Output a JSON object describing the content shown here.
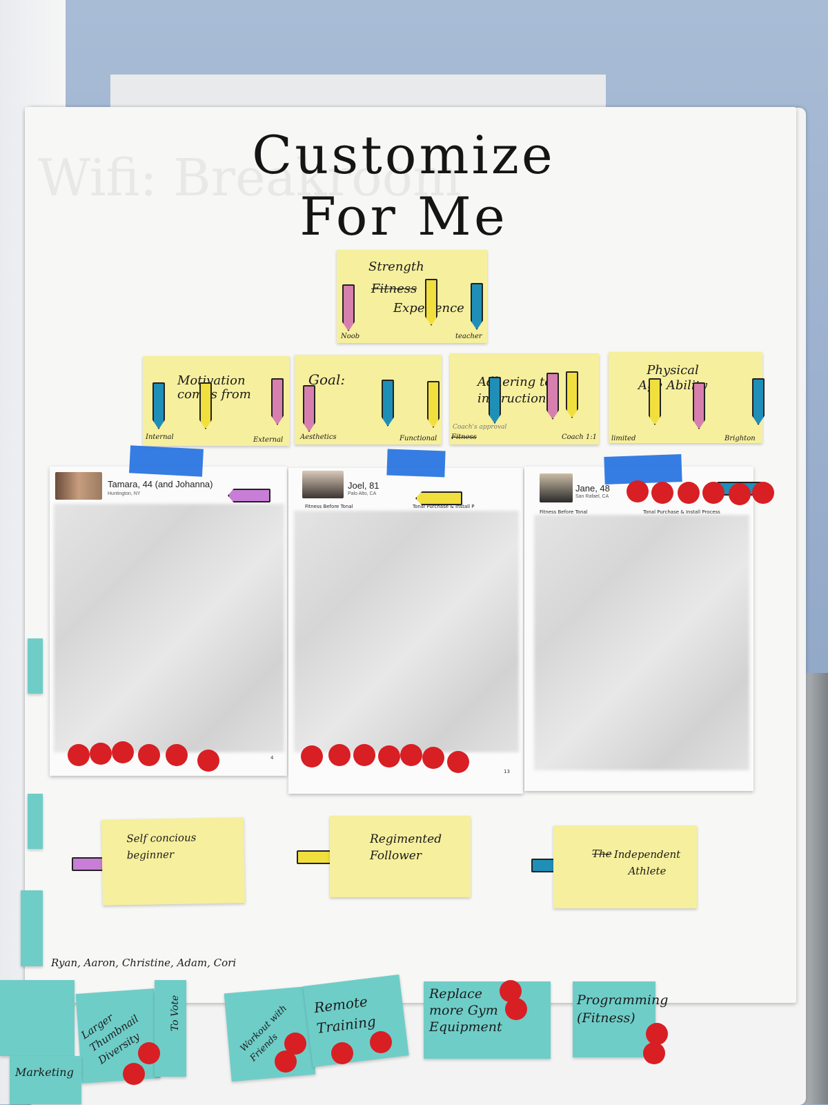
{
  "title": "Customize For Me",
  "ghost_text": "Wifi: Breakroom",
  "spectrum_top": {
    "heading": "Strength",
    "struck": "Fitness",
    "label": "Experience",
    "left": "Noob",
    "right": "teacher"
  },
  "spectra": [
    {
      "heading": "Motivation comes from",
      "left": "Internal",
      "right": "External"
    },
    {
      "heading": "Goal:",
      "left": "Aesthetics",
      "right": "Functional"
    },
    {
      "heading": "Adhering to instruction",
      "note": "Coach's approval",
      "left": "Fitness",
      "right": "Coach 1:1"
    },
    {
      "heading": "Physical Age Ability",
      "left": "limited",
      "right": "Brighton"
    }
  ],
  "personas": [
    {
      "name": "Tamara, 44 (and Johanna)",
      "location": "Huntington, NY",
      "page": "4"
    },
    {
      "name": "Joel, 81",
      "location": "Palo Alto, CA",
      "col1": "Fitness Before Tonal",
      "col2": "Tonal Purchase & Install P",
      "page": "13"
    },
    {
      "name": "Jane, 48",
      "location": "San Rafael, CA",
      "col1": "Fitness Before Tonal",
      "col2": "Tonal Purchase & Install Process"
    }
  ],
  "archetypes": [
    "Self concious beginner",
    "Regimented Follower",
    "Independent Athlete"
  ],
  "archetype_strike": "The",
  "team": "Ryan, Aaron, Christine, Adam, Cori",
  "teal_notes": [
    "Larger Thumbnail Diversity",
    "To Vote",
    "Workout with Friends",
    "Remote Training",
    "Replace more Gym Equipment",
    "Programming (Fitness)",
    "Marketing"
  ],
  "colors": {
    "sticky": "#f6ef9d",
    "teal": "#6fcdc8",
    "dot": "#d81f24",
    "tape": "#1f6fe0"
  }
}
